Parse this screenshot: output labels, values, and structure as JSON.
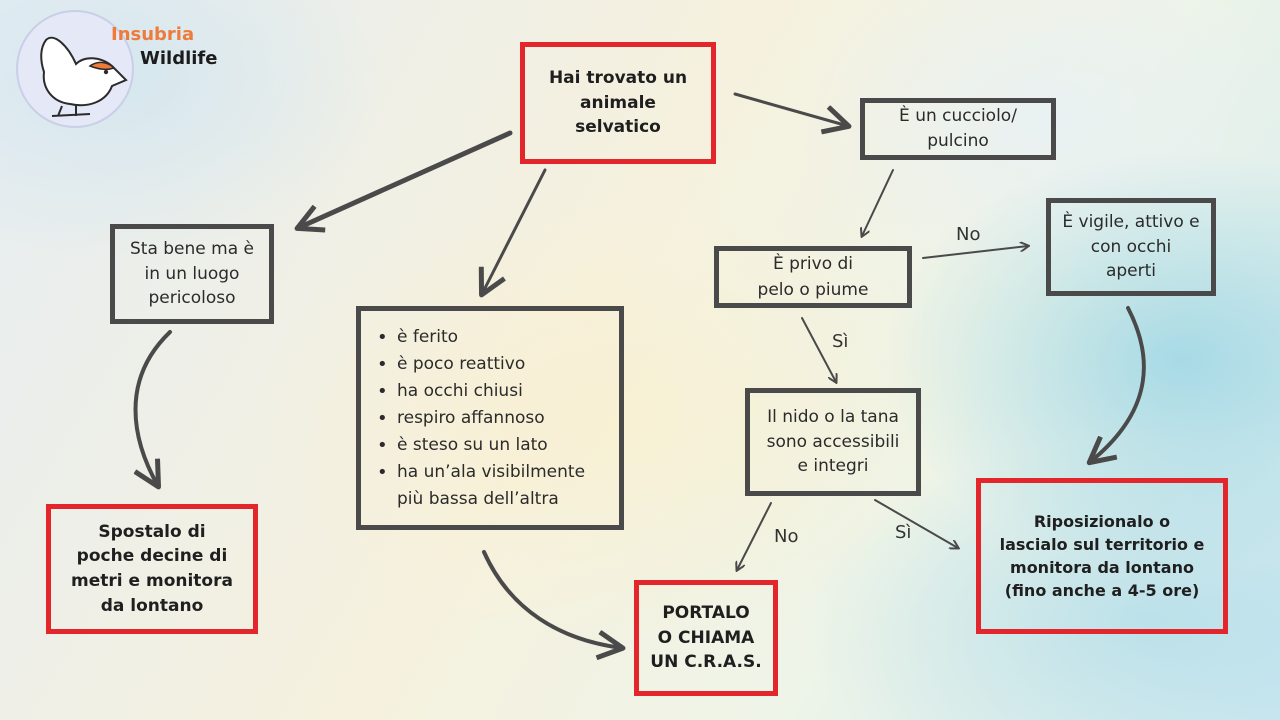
{
  "logo": {
    "line1": "Insubria",
    "line2": "Wildlife",
    "accent_color": "#ee7b3a",
    "icon": "bird-icon"
  },
  "nodes": {
    "start": [
      "Hai trovato un",
      "animale",
      "selvatico"
    ],
    "cucciolo": [
      "È un cucciolo/",
      "pulcino"
    ],
    "sta_bene": [
      "Sta bene ma è",
      "in un luogo",
      "pericoloso"
    ],
    "privo": [
      "È privo di",
      "pelo o piume"
    ],
    "vigile": [
      "È vigile, attivo e",
      "con occhi",
      "aperti"
    ],
    "sintomi": [
      "è ferito",
      "è poco reattivo",
      "ha occhi chiusi",
      "respiro affannoso",
      "è steso su un lato",
      "ha un’ala visibilmente più bassa dell’altra"
    ],
    "nido": [
      "Il nido o la tana",
      "sono accessibili",
      "e integri"
    ],
    "spostalo": [
      "Spostalo di",
      "poche decine di",
      "metri e monitora",
      "da lontano"
    ],
    "portalo": [
      "PORTALO",
      "O CHIAMA",
      "UN C.R.A.S."
    ],
    "riposiziona": [
      "Riposizionalo o",
      "lascialo sul territorio e",
      "monitora da lontano",
      "(fino anche a 4-5 ore)"
    ]
  },
  "edge_labels": {
    "no_vigile": "No",
    "si_nido": "Sì",
    "no_portalo": "No",
    "si_riposiziona": "Sì"
  },
  "colors": {
    "action_border": "#e3262c",
    "question_border": "#4a4a4a",
    "arrow": "#4a4a4a"
  }
}
